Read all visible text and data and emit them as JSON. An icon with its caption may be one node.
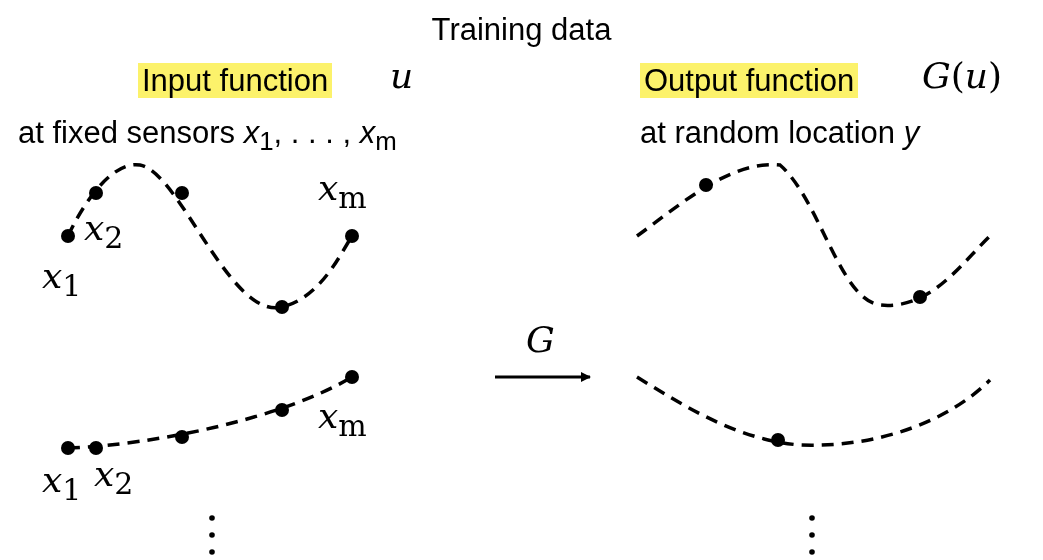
{
  "diagram": {
    "title": "Training data",
    "labels": [
      "Input function",
      "*u*",
      "Output function",
      "*G*(*u*)",
      "at fixed sensors *x*$_{1}$, . . . , *x*$_{m}$",
      "at random location *y*",
      "*x*$_{m}$",
      "*x*$_{2}$",
      "*x*$_{1}$",
      "*G*",
      "*x*$_{m}$",
      "*x*$_{1}$",
      "*x*$_{2}$"
    ]
  }
}
